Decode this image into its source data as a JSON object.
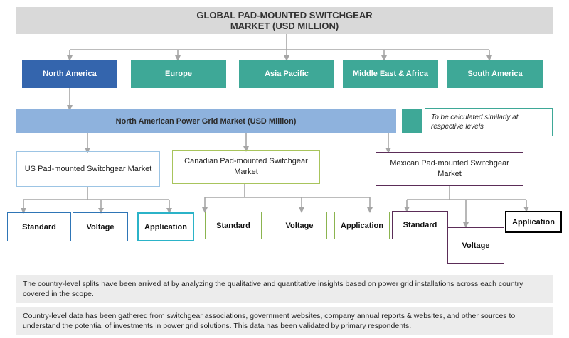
{
  "title": {
    "line1": "GLOBAL PAD-MOUNTED SWITCHGEAR",
    "line2": "MARKET (USD MILLION)"
  },
  "regions": [
    {
      "label": "North America"
    },
    {
      "label": "Europe"
    },
    {
      "label": "Asia Pacific"
    },
    {
      "label": "Middle East & Africa"
    },
    {
      "label": "South America"
    }
  ],
  "power_grid": {
    "label": "North American Power Grid Market (USD Million)"
  },
  "legend": {
    "text": "To be calculated similarly at respective levels"
  },
  "countries": {
    "us": {
      "market": "US Pad-mounted Switchgear Market",
      "segments": [
        "Standard",
        "Voltage",
        "Application"
      ]
    },
    "canada": {
      "market": "Canadian Pad-mounted Switchgear Market",
      "segments": [
        "Standard",
        "Voltage",
        "Application"
      ]
    },
    "mexico": {
      "market": "Mexican Pad-mounted Switchgear Market",
      "segments": [
        "Standard",
        "Voltage",
        "Application"
      ]
    }
  },
  "notes": [
    "The country-level splits have been arrived at by analyzing the qualitative and quantitative insights based on power grid installations across each country covered in the scope.",
    "Country-level data has been gathered from switchgear associations, government websites, company annual reports & websites, and other sources to understand the potential of investments in power grid solutions. This data has been validated by primary respondents."
  ],
  "colors": {
    "title_bg": "#d9d9d9",
    "north_america": "#3465ad",
    "other_regions": "#3ea897",
    "power_grid": "#8eb2dd",
    "connector": "#a6a6a6"
  }
}
